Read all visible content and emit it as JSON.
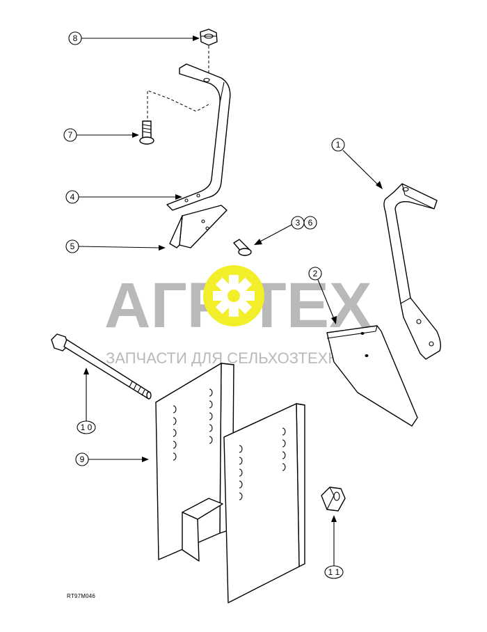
{
  "diagram": {
    "callouts": {
      "c8": "8",
      "c7": "7",
      "c4": "4",
      "c5": "5",
      "c3": "3",
      "c6": "6",
      "c1": "1",
      "c2": "2",
      "c10": "1 0",
      "c9": "9",
      "c11": "1 1"
    },
    "reference_code": "RT97M046"
  },
  "watermark": {
    "brand": "АГР   ТЕХ",
    "tagline": "ЗАПЧАСТИ ДЛЯ СЕЛЬХОЗТЕХНИКИ",
    "gear_color": "#f2ef2a",
    "text_color": "#b9b9b9"
  }
}
